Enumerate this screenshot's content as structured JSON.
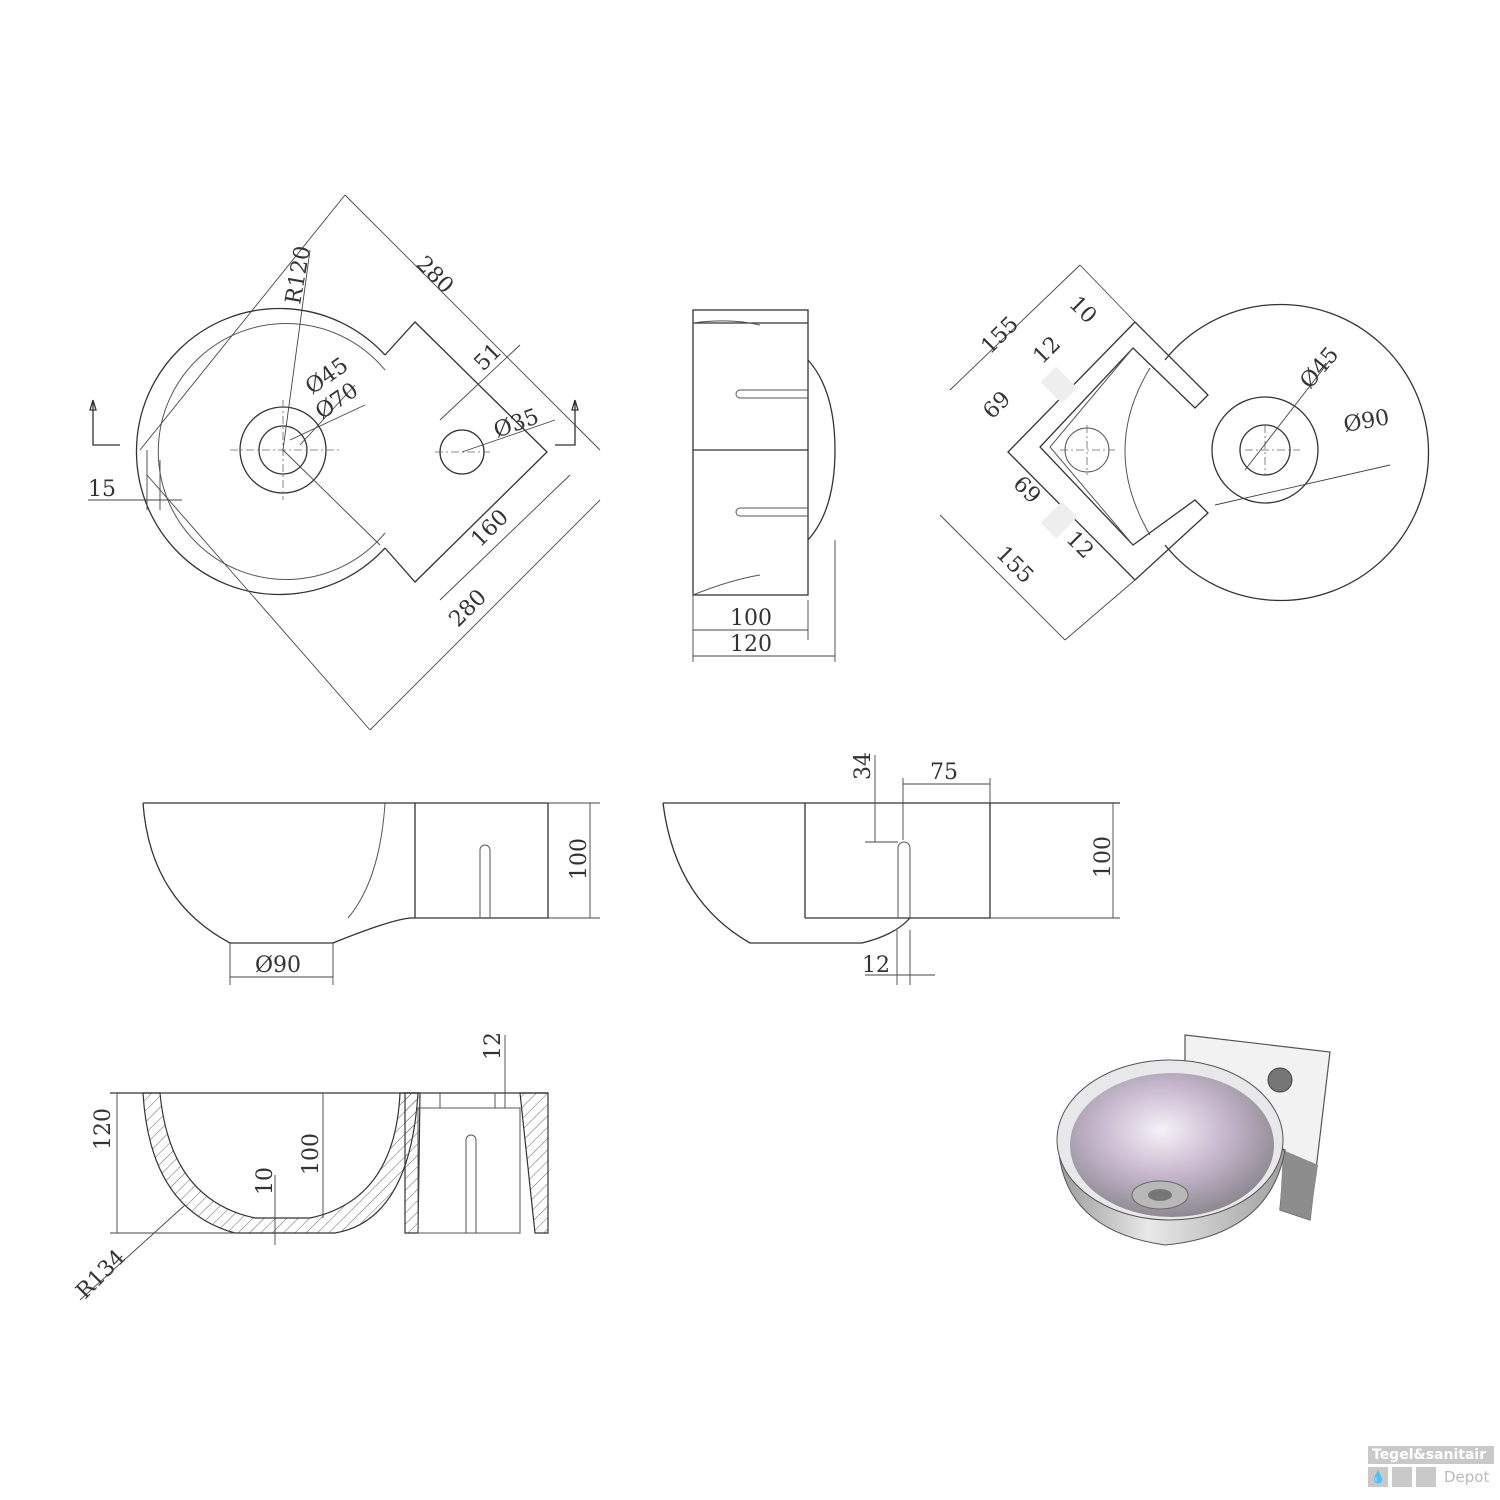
{
  "views": {
    "top_view": {
      "dims": [
        "280",
        "R120",
        "Ø45",
        "Ø70",
        "51",
        "Ø35",
        "15",
        "160",
        "280"
      ]
    },
    "side_view": {
      "dims": [
        "100",
        "120"
      ]
    },
    "bottom_view": {
      "dims": [
        "155",
        "10",
        "12",
        "69",
        "Ø45",
        "Ø90",
        "69",
        "12",
        "155"
      ]
    },
    "front_view": {
      "dims": [
        "100",
        "Ø90"
      ]
    },
    "rear_view": {
      "dims": [
        "34",
        "75",
        "100",
        "12"
      ]
    },
    "section_view": {
      "dims": [
        "120",
        "100",
        "10",
        "12",
        "R134"
      ]
    }
  },
  "logo": {
    "name": "Tegel&sanitair",
    "sub": "Depot"
  },
  "colors": {
    "line": "#333333",
    "logo": "#c9c9c9"
  }
}
